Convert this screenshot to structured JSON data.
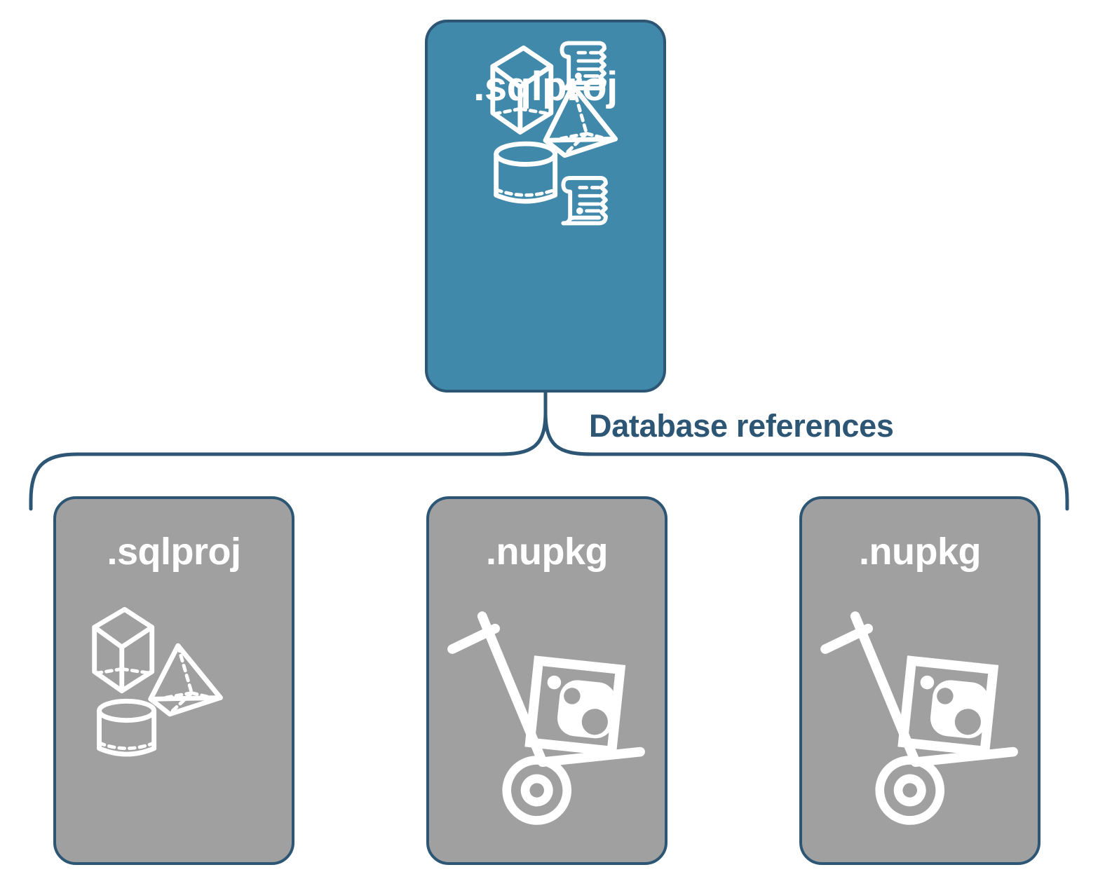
{
  "diagram": {
    "title_text": "Database references",
    "background_color": "#ffffff",
    "border_color": "#2d5675",
    "parent_fill_color": "#4189ab",
    "child_fill_color": "#a0a0a0",
    "label_color": "#2d5675",
    "icon_color": "#ffffff"
  },
  "parent": {
    "label": ".sqlproj",
    "icons": [
      "cube-icon",
      "scroll-icon",
      "pyramid-icon",
      "cylinder-icon",
      "scroll-icon"
    ]
  },
  "connector": {
    "label": "Database references",
    "type": "curly-brace",
    "branch_count": 3
  },
  "children": [
    {
      "label": ".sqlproj",
      "icons": [
        "cube-icon",
        "pyramid-icon",
        "cylinder-icon"
      ]
    },
    {
      "label": ".nupkg",
      "icons": [
        "hand-truck-package-icon"
      ]
    },
    {
      "label": ".nupkg",
      "icons": [
        "hand-truck-package-icon"
      ]
    }
  ]
}
